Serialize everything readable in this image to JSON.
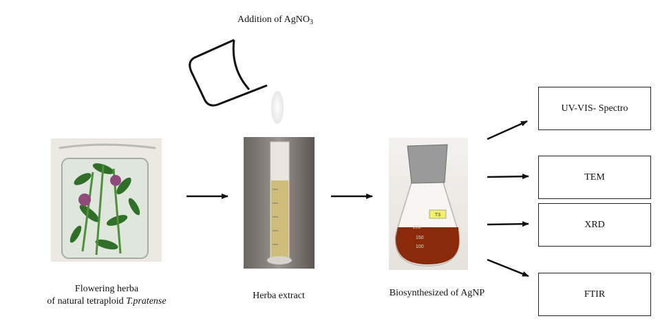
{
  "diagram": {
    "top_label_prefix": "Addition of AgNO",
    "top_label_sub": "3",
    "step1": {
      "line1": "Flowering herba",
      "line2_prefix": "of natural tetraploid ",
      "line2_italic": "T.pratense"
    },
    "step2": {
      "label": "Herba extract"
    },
    "step3": {
      "label": "Biosynthesized of AgNP"
    },
    "flask_tag": "T3",
    "flask_marks": [
      "200",
      "150",
      "100"
    ],
    "analyses": [
      {
        "label": "UV-VIS- Spectro"
      },
      {
        "label": "TEM"
      },
      {
        "label": "XRD"
      },
      {
        "label": "FTIR"
      }
    ],
    "colors": {
      "extract": "#c9b56a",
      "agnp_solution": "#8a2a08",
      "foil": "#9a9a9a",
      "plant_green": "#2f6f2a",
      "flower_purple": "#8e4a7a"
    }
  }
}
